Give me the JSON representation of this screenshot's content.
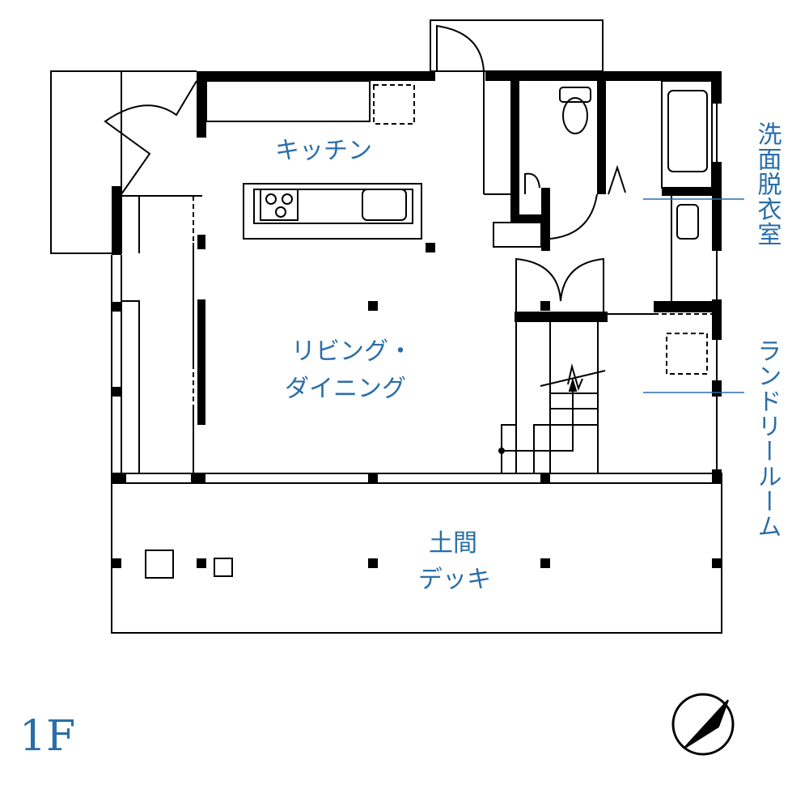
{
  "plan": {
    "floor_label": "1F",
    "rooms": {
      "kitchen": "キッチン",
      "living_line1": "リビング・",
      "living_line2": "ダイニング",
      "doma": "土間",
      "deck": "デッキ",
      "washroom": "洗面脱衣室",
      "laundry": "ランドリールーム"
    },
    "colors": {
      "label": "#2a6ea8",
      "wall": "#000000"
    },
    "compass_icon": "north-arrow-icon"
  }
}
